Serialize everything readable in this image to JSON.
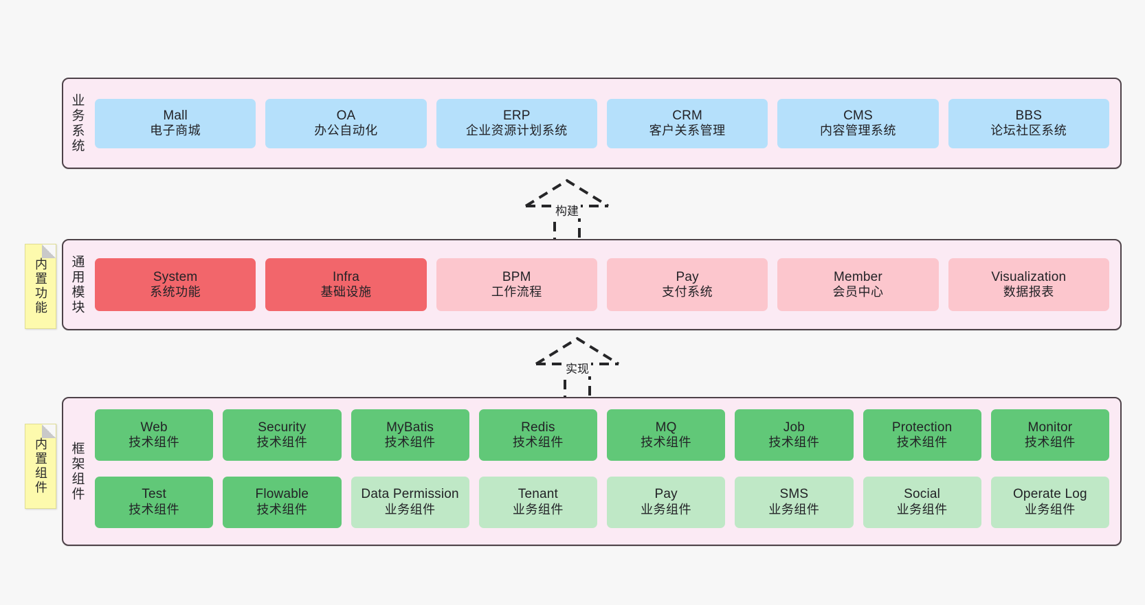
{
  "diagram": {
    "background_color": "#f7f7f7",
    "panel_color": "#fbeaf4",
    "panel_border_color": "#4d4248",
    "note_color": "#fdfaad"
  },
  "layers": [
    {
      "id": "business",
      "title": "业务系统",
      "cards": [
        {
          "en": "Mall",
          "cn": "电子商城",
          "color": "#b5e0fb"
        },
        {
          "en": "OA",
          "cn": "办公自动化",
          "color": "#b5e0fb"
        },
        {
          "en": "ERP",
          "cn": "企业资源计划系统",
          "color": "#b5e0fb"
        },
        {
          "en": "CRM",
          "cn": "客户关系管理",
          "color": "#b5e0fb"
        },
        {
          "en": "CMS",
          "cn": "内容管理系统",
          "color": "#b5e0fb"
        },
        {
          "en": "BBS",
          "cn": "论坛社区系统",
          "color": "#b5e0fb"
        }
      ]
    },
    {
      "id": "module",
      "title": "通用模块",
      "note": "内置功能",
      "cards": [
        {
          "en": "System",
          "cn": "系统功能",
          "color": "#f2666b"
        },
        {
          "en": "Infra",
          "cn": "基础设施",
          "color": "#f2666b"
        },
        {
          "en": "BPM",
          "cn": "工作流程",
          "color": "#fcc6cd"
        },
        {
          "en": "Pay",
          "cn": "支付系统",
          "color": "#fcc6cd"
        },
        {
          "en": "Member",
          "cn": "会员中心",
          "color": "#fcc6cd"
        },
        {
          "en": "Visualization",
          "cn": "数据报表",
          "color": "#fcc6cd"
        }
      ]
    },
    {
      "id": "frame",
      "title": "框架组件",
      "note": "内置组件",
      "row_one": [
        {
          "en": "Web",
          "cn": "技术组件",
          "color": "#61c878"
        },
        {
          "en": "Security",
          "cn": "技术组件",
          "color": "#61c878"
        },
        {
          "en": "MyBatis",
          "cn": "技术组件",
          "color": "#61c878"
        },
        {
          "en": "Redis",
          "cn": "技术组件",
          "color": "#61c878"
        },
        {
          "en": "MQ",
          "cn": "技术组件",
          "color": "#61c878"
        },
        {
          "en": "Job",
          "cn": "技术组件",
          "color": "#61c878"
        },
        {
          "en": "Protection",
          "cn": "技术组件",
          "color": "#61c878"
        },
        {
          "en": "Monitor",
          "cn": "技术组件",
          "color": "#61c878"
        }
      ],
      "row_two": [
        {
          "en": "Test",
          "cn": "技术组件",
          "color": "#61c878"
        },
        {
          "en": "Flowable",
          "cn": "技术组件",
          "color": "#61c878"
        },
        {
          "en": "Data Permission",
          "cn": "业务组件",
          "color": "#bfe8c6"
        },
        {
          "en": "Tenant",
          "cn": "业务组件",
          "color": "#bfe8c6"
        },
        {
          "en": "Pay",
          "cn": "业务组件",
          "color": "#bfe8c6"
        },
        {
          "en": "SMS",
          "cn": "业务组件",
          "color": "#bfe8c6"
        },
        {
          "en": "Social",
          "cn": "业务组件",
          "color": "#bfe8c6"
        },
        {
          "en": "Operate Log",
          "cn": "业务组件",
          "color": "#bfe8c6"
        }
      ]
    }
  ],
  "relations": [
    {
      "id": "build",
      "label": "构建",
      "style": "dashed-hollow-triangle-up"
    },
    {
      "id": "realize",
      "label": "实现",
      "style": "dashed-hollow-triangle-up"
    }
  ]
}
